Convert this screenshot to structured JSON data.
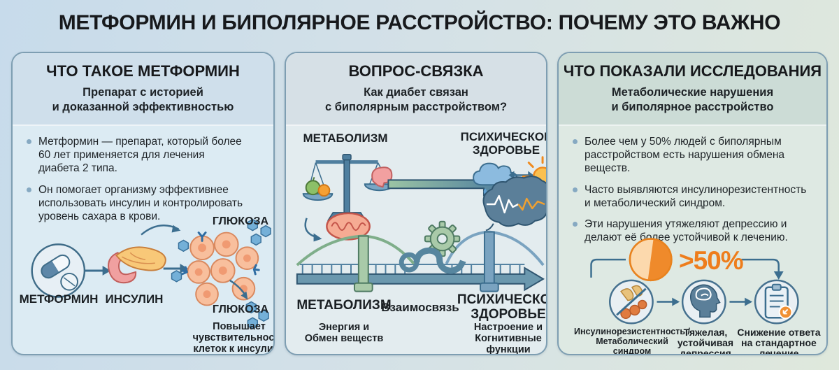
{
  "title": "МЕТФОРМИН И БИПОЛЯРНОЕ РАССТРОЙСТВО: ПОЧЕМУ ЭТО ВАЖНО",
  "colors": {
    "accent_orange": "#EE7D1C",
    "outline_blue": "#3C6E8F",
    "bridge_green": "#A9CAA9",
    "bridge_blue": "#7AA3C0",
    "panel_border": "#7E9EB2"
  },
  "icons": [
    "pill-capsule-icon",
    "pancreas-icon",
    "cell-cluster-icon",
    "glucose-hexagon-icon",
    "balance-scale-icon",
    "apple-icon",
    "stomach-icon",
    "mitochondria-icon",
    "rain-cloud-icon",
    "sun-icon",
    "brain-icon",
    "bridge-icon",
    "gear-icon",
    "pie-chart-icon",
    "insulin-resistance-icon",
    "depressed-head-icon",
    "clipboard-icon"
  ],
  "left": {
    "heading": "ЧТО ТАКОЕ МЕТФОРМИН",
    "subtitle": "Препарат с историей\nи доказанной эффективностью",
    "bullets": [
      "Метформин — препарат, который более 60 лет применяется для лечения диабета 2 типа.",
      "Он помогает организму эффективнее использовать инсулин и контролировать уровень сахара в крови."
    ],
    "labels": {
      "metformin": "МЕТФОРМИН",
      "insulin": "ИНСУЛИН",
      "glucose_top": "ГЛЮКОЗА",
      "glucose_bottom": "ГЛЮКОЗА",
      "caption": "Повышает\nчувствительность\nклеток к инсулину"
    }
  },
  "middle": {
    "heading": "ВОПРОС-СВЯЗКА",
    "subtitle": "Как диабет связан\nс биполярным расстройством?",
    "top_labels": {
      "metabolism": "МЕТАБОЛИЗМ",
      "mental": "ПСИХИЧЕСКОЕ\nЗДОРОВЬЕ"
    },
    "bottom": {
      "metabolism_title": "МЕТАБОЛИЗМ",
      "metabolism_sub": "Энергия и\nОбмен веществ",
      "link": "Взаимосвязь",
      "mental_title": "ПСИХИЧЕСКОЕ\nЗДОРОВЬЕ",
      "mental_sub": "Настроение и\nКогнитивные\nфункции"
    }
  },
  "right": {
    "heading": "ЧТО ПОКАЗАЛИ ИССЛЕДОВАНИЯ",
    "subtitle": "Метаболические нарушения\nи биполярное расстройство",
    "bullets": [
      "Более чем у 50% людей с биполярным расстройством есть нарушения обмена веществ.",
      "Часто выявляются инсулинорезистентность и метаболический синдром.",
      "Эти нарушения утяжеляют депрессию и делают её более устойчивой к лечению."
    ],
    "stat_value": ">50%",
    "flow": [
      {
        "label": "Инсулинорезистентность /\nМетаболический\nсиндром"
      },
      {
        "label": "Тяжелая,\nустойчивая\nдепрессия"
      },
      {
        "label": "Снижение ответа\nна стандартное\nлечение"
      }
    ]
  }
}
